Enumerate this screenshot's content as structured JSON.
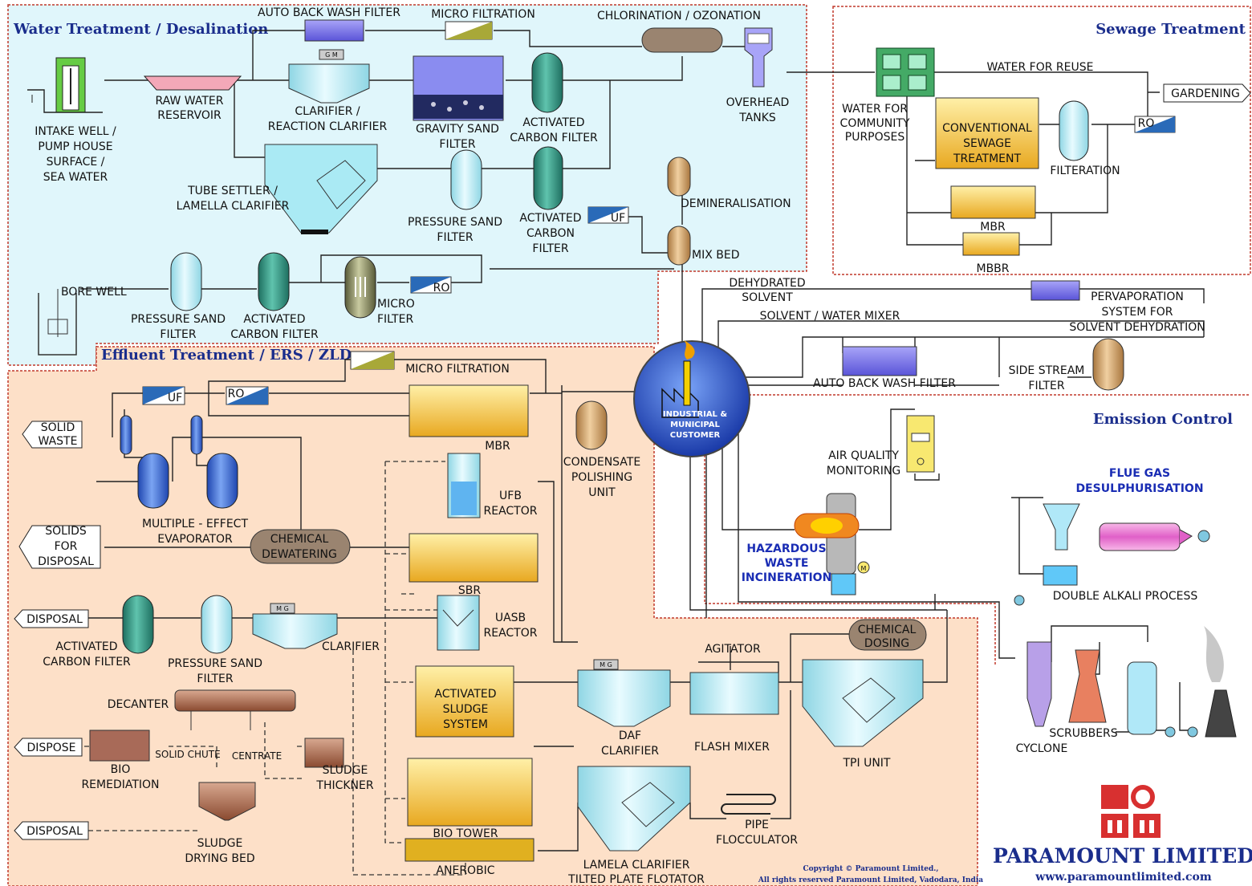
{
  "sections": {
    "water": "Water Treatment / Desalination",
    "sewage": "Sewage Treatment",
    "effluent": "Effluent Treatment / ERS / ZLD",
    "emission": "Emission Control"
  },
  "water": {
    "auto_back_wash_filter": "AUTO BACK WASH FILTER",
    "micro_filtration": "MICRO FILTRATION",
    "chlorination": "CHLORINATION / OZONATION",
    "intake_1": "INTAKE WELL  /",
    "intake_2": "PUMP HOUSE",
    "intake_3": "SURFACE /",
    "intake_4": "SEA WATER",
    "raw_1": "RAW WATER",
    "raw_2": "RESERVOIR",
    "clar_1": "CLARIFIER /",
    "clar_2": "REACTION CLARIFIER",
    "gsf_1": "GRAVITY SAND",
    "gsf_2": "FILTER",
    "acf_1": "ACTIVATED",
    "acf_2": "CARBON FILTER",
    "overhead_1": "OVERHEAD",
    "overhead_2": "TANKS",
    "tube_1": "TUBE SETTLER /",
    "tube_2": "LAMELLA CLARIFIER",
    "psf_1": "PRESSURE SAND",
    "psf_2": "FILTER",
    "acf2_1": "ACTIVATED",
    "acf2_2": "CARBON",
    "acf2_3": "FILTER",
    "uf": "UF",
    "demin": "DEMINERALISATION",
    "mixbed": "MIX BED",
    "borewell": "BORE WELL",
    "bpsf_1": "PRESSURE SAND",
    "bpsf_2": "FILTER",
    "bacf_1": "ACTIVATED",
    "bacf_2": "CARBON FILTER",
    "mf_1": "MICRO",
    "mf_2": "FILTER",
    "ro": "RO",
    "clar_tag": "G  M"
  },
  "sewage": {
    "water_reuse": "WATER FOR REUSE",
    "gardening": "GARDENING",
    "community_1": "WATER FOR",
    "community_2": "COMMUNITY",
    "community_3": "PURPOSES",
    "cst_1": "CONVENTIONAL",
    "cst_2": "SEWAGE",
    "cst_3": "TREATMENT",
    "ro": "RO",
    "filteration": "FILTERATION",
    "mbr": "MBR",
    "mbbr": "MBBR"
  },
  "hub": {
    "dehydrated_1": "DEHYDRATED",
    "dehydrated_2": "SOLVENT",
    "pervap_1": "PERVAPORATION",
    "pervap_2": "SYSTEM FOR",
    "pervap_3": "SOLVENT DEHYDRATION",
    "solvent_mix": "SOLVENT / WATER MIXER",
    "abwf": "AUTO BACK WASH FILTER",
    "ssf_1": "SIDE STREAM",
    "ssf_2": "FILTER",
    "customer_1": "INDUSTRIAL &",
    "customer_2": "MUNICIPAL",
    "customer_3": "CUSTOMER"
  },
  "effluent": {
    "micro_filtration": "MICRO FILTRATION",
    "uf": "UF",
    "ro": "RO",
    "solid_1": "SOLID",
    "solid_2": "WASTE",
    "mbr": "MBR",
    "condensate_1": "CONDENSATE",
    "condensate_2": "POLISHING",
    "condensate_3": "UNIT",
    "solids_1": "SOLIDS",
    "solids_2": "FOR",
    "solids_3": "DISPOSAL",
    "mee_1": "MULTIPLE - EFFECT",
    "mee_2": "EVAPORATOR",
    "chem_dew_1": "CHEMICAL",
    "chem_dew_2": "DEWATERING",
    "ufb_1": "UFB",
    "ufb_2": "REACTOR",
    "sbr": "SBR",
    "disposal": "DISPOSAL",
    "acf_1": "ACTIVATED",
    "acf_2": "CARBON FILTER",
    "psf_1": "PRESSURE SAND",
    "psf_2": "FILTER",
    "clarifier": "CLARIFIER",
    "uasb_1": "UASB",
    "uasb_2": "REACTOR",
    "agitator": "AGITATOR",
    "chem_dose_1": "CHEMICAL",
    "chem_dose_2": "DOSING",
    "decanter": "DECANTER",
    "asp_1": "ACTIVATED",
    "asp_2": "SLUDGE",
    "asp_3": "SYSTEM",
    "dispose": "DISPOSE",
    "solid_chute": "SOLID CHUTE",
    "centrate": "CENTRATE",
    "bio_1": "BIO",
    "bio_2": "REMEDIATION",
    "thick_1": "SLUDGE",
    "thick_2": "THICKNER",
    "daf_1": "DAF",
    "daf_2": "CLARIFIER",
    "flash": "FLASH MIXER",
    "tpi": "TPI UNIT",
    "disposal2": "DISPOSAL",
    "biotower": "BIO TOWER",
    "anerobic": "ANEROBIC",
    "sdb_1": "SLUDGE",
    "sdb_2": "DRYING BED",
    "lamela_1": "LAMELA CLARIFIER",
    "lamela_2": "TILTED PLATE FLOTATOR",
    "pipe_1": "PIPE",
    "pipe_2": "FLOCCULATOR",
    "mg_tag": "M  G"
  },
  "emission": {
    "aqm_1": "AIR QUALITY",
    "aqm_2": "MONITORING",
    "fgd_1": "FLUE GAS",
    "fgd_2": "DESULPHURISATION",
    "hwi_1": "HAZARDOUS",
    "hwi_2": "WASTE",
    "hwi_3": "INCINERATION",
    "dap": "DOUBLE ALKALI PROCESS",
    "scrubbers": "SCRUBBERS",
    "cyclone": "CYCLONE",
    "m": "M"
  },
  "footer": {
    "brand": "PARAMOUNT LIMITED",
    "url": "www.paramountlimited.com",
    "copy_1": "Copyright © Paramount Limited.,",
    "copy_2": "All rights reserved Paramount Limited, Vadodara, India"
  },
  "colors": {
    "water_bg": "#e0f6fb",
    "effluent_bg": "#fde0c8",
    "border_red": "#c0392b",
    "title_blue": "#1a2d8c",
    "tank_teal": "#2e8a78",
    "tank_cyan": "#b7ecf4",
    "tank_tan": "#c8a070",
    "tank_gold": "#f0c040",
    "purple": "#6a64e0"
  }
}
